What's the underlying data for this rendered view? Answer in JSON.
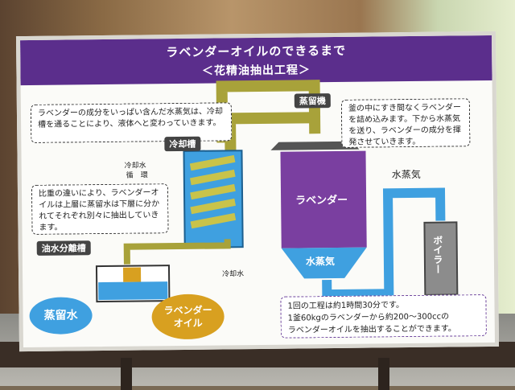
{
  "sign": {
    "title": "ラベンダーオイルのできるまで",
    "subtitle": "＜花精油抽出工程＞"
  },
  "notes": {
    "condenser_text": "ラベンダーの成分をいっぱい含んだ水蒸気は、冷却槽を通ることにより、液体へと変わっていきます。",
    "separator_text": "比重の違いにより、ラベンダーオイルは上層に蒸留水は下層に分かれてそれぞれ別々に抽出していきます。",
    "still_text": "釜の中にすき間なくラベンダーを詰め込みます。下から水蒸気を送り、ラベンダーの成分を揮発させていきます。",
    "summary_line1": "1回の工程は約1時間30分です。",
    "summary_line2": "1釜60kgのラベンダーから約200～300ccの",
    "summary_line3": "ラベンダーオイルを抽出することができます。"
  },
  "labels": {
    "condenser": "冷却槽",
    "separator": "油水分離槽",
    "still": "蒸留機",
    "cooling_water_circ_1": "冷却水",
    "cooling_water_circ_2": "循　環",
    "cooling_water": "冷却水",
    "steam": "水蒸気",
    "boiler": "ボイラー",
    "lavender_in_still": "ラベンダー",
    "steam_in_still": "水蒸気",
    "distilled_water": "蒸留水",
    "lavender_oil_1": "ラベンダー",
    "lavender_oil_2": "オイル"
  },
  "colors": {
    "header": "#5b2e8c",
    "still_purple": "#7a3fa0",
    "pipe_olive": "#a8a23a",
    "water_blue": "#3fa0e0",
    "oil_yellow": "#d8a020",
    "boiler_gray": "#8c8c8c"
  }
}
